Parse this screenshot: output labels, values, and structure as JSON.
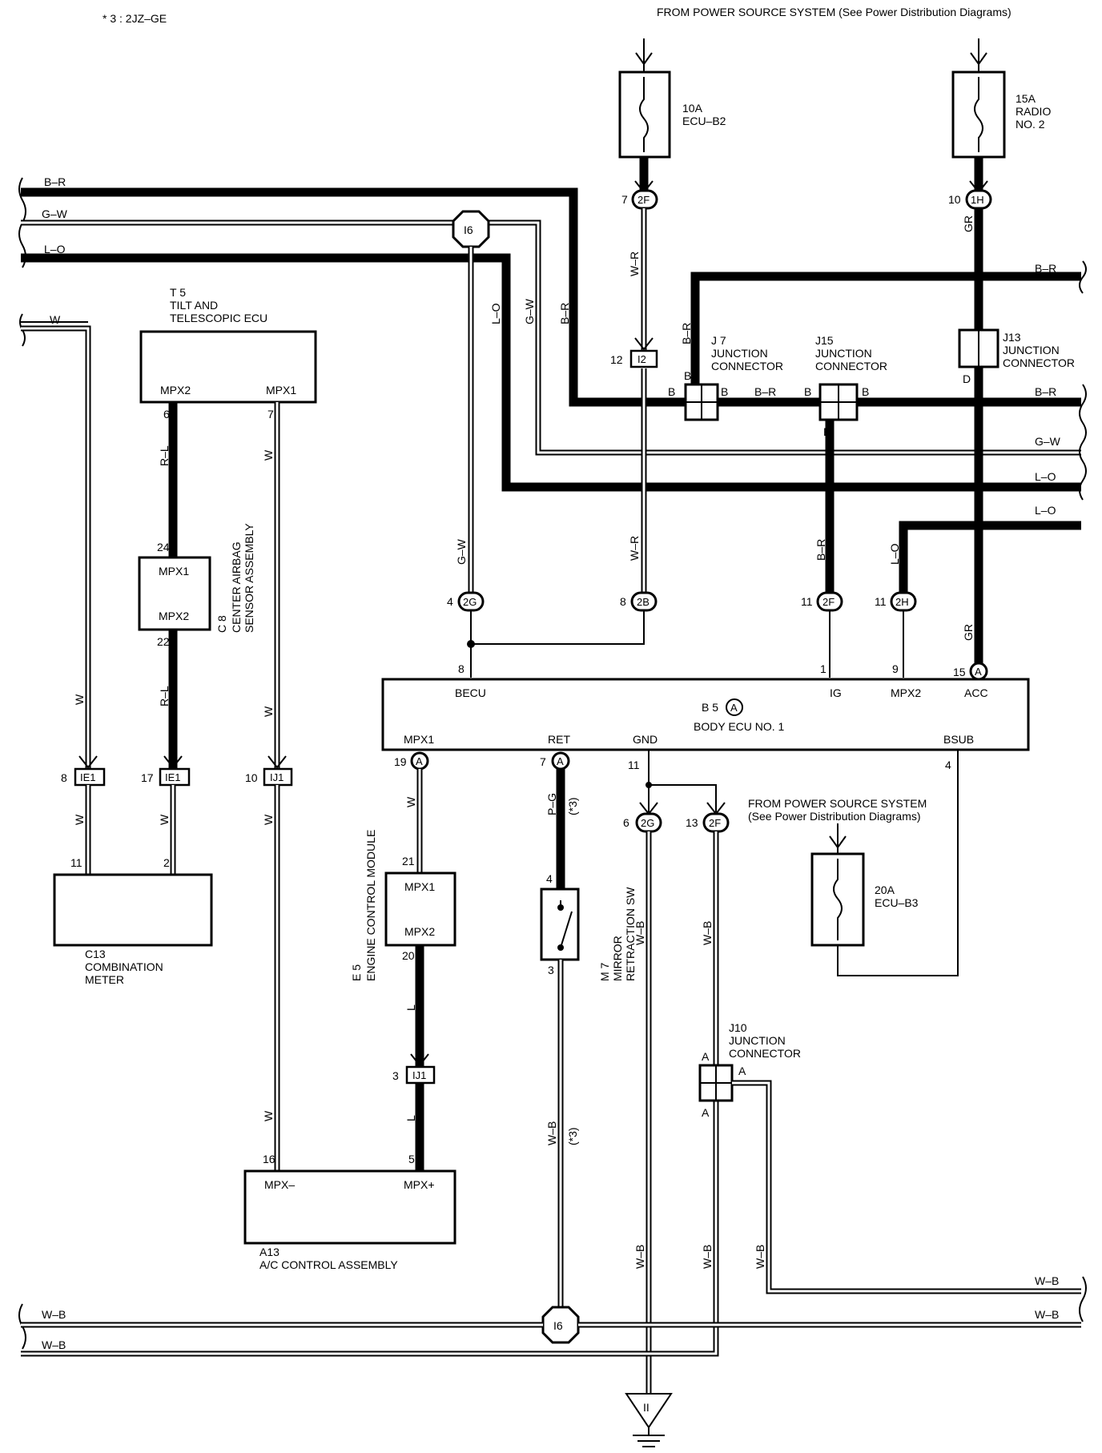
{
  "header": {
    "note": "* 3 : 2JZ–GE",
    "power_source_top": "FROM POWER SOURCE SYSTEM (See Power Distribution Diagrams)",
    "power_source_mid_1": "FROM POWER SOURCE SYSTEM",
    "power_source_mid_2": "(See Power Distribution Diagrams)"
  },
  "fuses": {
    "ecu_b2": {
      "amp": "10A",
      "name": "ECU–B2"
    },
    "radio2": {
      "amp": "15A",
      "name_1": "RADIO",
      "name_2": "NO. 2"
    },
    "ecu_b3": {
      "amp": "20A",
      "name": "ECU–B3"
    }
  },
  "components": {
    "t5": {
      "id": "T 5",
      "name_1": "TILT AND",
      "name_2": "TELESCOPIC ECU",
      "pin_a": "MPX2",
      "pin_b": "MPX1"
    },
    "c8": {
      "id": "C 8",
      "name_1": "CENTER AIRBAG",
      "name_2": "SENSOR ASSEMBLY",
      "pin_a": "MPX1",
      "pin_b": "MPX2"
    },
    "c13": {
      "id": "C13",
      "name_1": "COMBINATION",
      "name_2": "METER"
    },
    "b5": {
      "id": "B 5",
      "conn": "A",
      "name": "BODY ECU NO. 1",
      "becu": "BECU",
      "ig": "IG",
      "mpx2": "MPX2",
      "acc": "ACC",
      "mpx1": "MPX1",
      "ret": "RET",
      "gnd": "GND",
      "bsub": "BSUB"
    },
    "e5": {
      "id": "E 5",
      "name": "ENGINE CONTROL MODULE",
      "pin_a": "MPX1",
      "pin_b": "MPX2"
    },
    "m7": {
      "id": "M 7",
      "name_1": "MIRROR",
      "name_2": "RETRACTION SW"
    },
    "a13": {
      "id": "A13",
      "name": "A/C CONTROL ASSEMBLY",
      "pin_a": "MPX–",
      "pin_b": "MPX+"
    },
    "j7": {
      "id": "J 7",
      "name_1": "JUNCTION",
      "name_2": "CONNECTOR"
    },
    "j15": {
      "id": "J15",
      "name_1": "JUNCTION",
      "name_2": "CONNECTOR"
    },
    "j13": {
      "id": "J13",
      "name_1": "JUNCTION",
      "name_2": "CONNECTOR"
    },
    "j10": {
      "id": "J10",
      "name_1": "JUNCTION",
      "name_2": "CONNECTOR"
    }
  },
  "connectors": {
    "c_2f_top": "2F",
    "c_1h": "1H",
    "c_i6_top": "I6",
    "c_i2": "I2",
    "c_2g_top": "2G",
    "c_2b": "2B",
    "c_2f_ig": "2F",
    "c_2h": "2H",
    "c_acc": "A",
    "c_ie1_a": "IE1",
    "c_ie1_b": "IE1",
    "c_ij1_a": "IJ1",
    "c_ij1_b": "IJ1",
    "c_a19": "A",
    "c_a7": "A",
    "c_2g_bot": "2G",
    "c_2f_bot": "2F",
    "c_i6_bot": "I6",
    "ground": "II"
  },
  "pins": {
    "p7": "7",
    "p10": "10",
    "p12": "12",
    "p4_2g": "4",
    "p8_2b": "8",
    "p11_2f": "11",
    "p11_2h": "11",
    "p8_becu": "8",
    "p1_ig": "1",
    "p9": "9",
    "p15": "15",
    "p6_t5": "6",
    "p7_t5": "7",
    "p24": "24",
    "p22": "22",
    "p8_ie1": "8",
    "p17_ie1": "17",
    "p10_ij1": "10",
    "p11_c13": "11",
    "p2_c13": "2",
    "p19": "19",
    "p7_ret": "7",
    "p11_gnd": "11",
    "p4_bsub": "4",
    "p6_2g": "6",
    "p13_2f": "13",
    "p21": "21",
    "p20": "20",
    "p3_ij1": "3",
    "p16": "16",
    "p5": "5",
    "p4_m7": "4",
    "p3_m7": "3"
  },
  "wires": {
    "br": "B–R",
    "gw": "G–W",
    "lo": "L–O",
    "w": "W",
    "wr": "W–R",
    "gr": "GR",
    "rl": "R–L",
    "pg": "P–G",
    "wb": "W–B",
    "l": "L",
    "b": "B",
    "star3": "(*3)",
    "d": "D",
    "a": "A"
  }
}
